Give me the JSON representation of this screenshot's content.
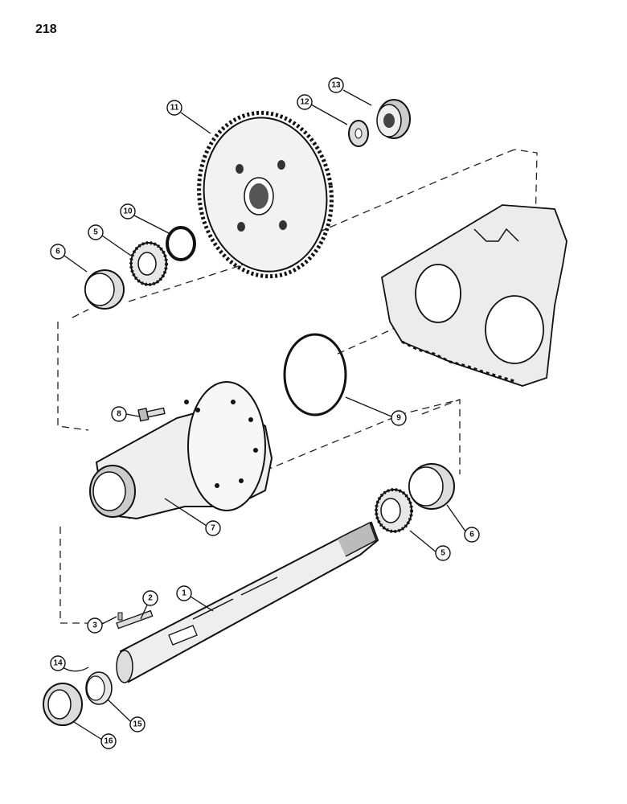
{
  "page_number": "218",
  "callouts": [
    {
      "id": "c11",
      "label": "11"
    },
    {
      "id": "c12",
      "label": "12"
    },
    {
      "id": "c13",
      "label": "13"
    },
    {
      "id": "c10",
      "label": "10"
    },
    {
      "id": "c5a",
      "label": "5"
    },
    {
      "id": "c6a",
      "label": "6"
    },
    {
      "id": "c8",
      "label": "8"
    },
    {
      "id": "c9",
      "label": "9"
    },
    {
      "id": "c7",
      "label": "7"
    },
    {
      "id": "c6b",
      "label": "6"
    },
    {
      "id": "c5b",
      "label": "5"
    },
    {
      "id": "c1",
      "label": "1"
    },
    {
      "id": "c2",
      "label": "2"
    },
    {
      "id": "c3",
      "label": "3"
    },
    {
      "id": "c14",
      "label": "14"
    },
    {
      "id": "c15",
      "label": "15"
    },
    {
      "id": "c16",
      "label": "16"
    }
  ]
}
